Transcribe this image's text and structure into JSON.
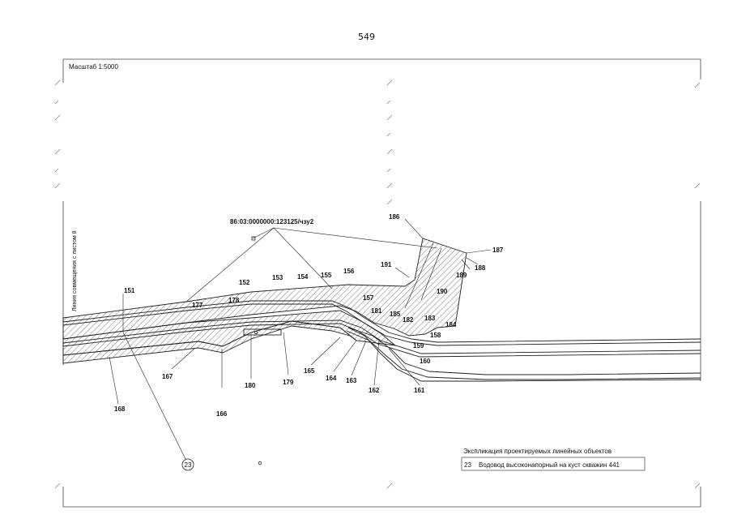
{
  "page_number": "549",
  "scale_label": "Масштаб 1:5000",
  "match_line_label": "Линия совмещения с листом 8",
  "cadastral_number": "86:03:0000000:123125/чзу2",
  "point_labels": {
    "p151": "151",
    "p152": "152",
    "p153": "153",
    "p154": "154",
    "p155": "155",
    "p156": "156",
    "p157": "157",
    "p158": "158",
    "p159": "159",
    "p160": "160",
    "p161": "161",
    "p162": "162",
    "p163": "163",
    "p164": "164",
    "p165": "165",
    "p166": "166",
    "p167": "167",
    "p168": "168",
    "p177": "177",
    "p178": "178",
    "p179": "179",
    "p180": "180",
    "p181": "181",
    "p182": "182",
    "p183": "183",
    "p184": "184",
    "p185": "185",
    "p186": "186",
    "p187": "187",
    "p188": "188",
    "p189": "189",
    "p190": "190",
    "p191": "191"
  },
  "object_number": "23",
  "legend": {
    "title": "Экспликация проектируемых линейных объектов",
    "rows": [
      {
        "number": "23",
        "description": "Водовод высоконапорный на куст скважин 441"
      }
    ]
  },
  "colors": {
    "line": "#222222",
    "hatch": "#555555",
    "frame": "#444444"
  }
}
